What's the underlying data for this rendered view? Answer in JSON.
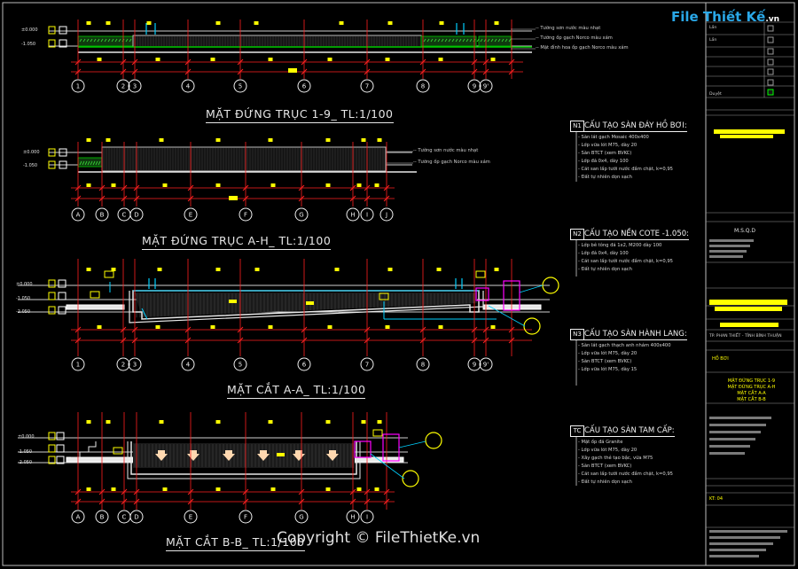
{
  "brand": {
    "name": "File Thiết Kế",
    "tld": ".vn"
  },
  "copyright": "Copyright © FileThietKe.vn",
  "views": [
    {
      "title": "MẶT ĐỨNG TRỤC 1-9_ TL:1/100",
      "leaders": [
        "-- Tường sơn nước màu nhạt",
        "-- Tường ốp gạch Norco màu xám",
        "-- Mặt đỉnh hoa ốp gạch Norco màu xám"
      ],
      "levels": [
        "±0.000",
        "-1.050"
      ],
      "axes": [
        "1",
        "2",
        "3",
        "4",
        "5",
        "6",
        "7",
        "8",
        "9",
        "9'"
      ]
    },
    {
      "title": "MẶT ĐỨNG TRỤC A-H_ TL:1/100",
      "leaders": [
        "-- Tường sơn nước màu nhạt",
        "-- Tường ốp gạch Norco màu xám"
      ],
      "levels": [
        "±0.000",
        "-1.050"
      ],
      "axes": [
        "A",
        "B",
        "C",
        "D",
        "E",
        "F",
        "G",
        "H",
        "I",
        "J"
      ]
    },
    {
      "title": "MẶT CẮT A-A_ TL:1/100",
      "levels": [
        "±0.000",
        "-1.050",
        "-2.050"
      ],
      "axes": [
        "1",
        "2",
        "3",
        "4",
        "5",
        "6",
        "7",
        "8",
        "9",
        "9'"
      ]
    },
    {
      "title": "MẶT CẮT B-B_ TL:1/100",
      "levels": [
        "±0.000",
        "-1.050",
        "-2.050"
      ],
      "axes": [
        "A",
        "B",
        "C",
        "D",
        "E",
        "F",
        "G",
        "H",
        "I"
      ]
    }
  ],
  "notes": [
    {
      "tag": "N1",
      "heading": "CẤU TẠO SÀN ĐÁY HỒ BƠI:",
      "lines": [
        "- Sàn lát gạch Mosaic 400x400",
        "- Lớp vữa lót M75, dày 20",
        "- Sàn BTCT (xem BVKC)",
        "- Lớp đá 0x4, dày 100",
        "- Cát san lấp tưới nước đầm chặt, k=0,95",
        "- Đất tự nhiên dọn sạch"
      ]
    },
    {
      "tag": "N2",
      "heading": "CẤU TẠO NỀN COTE -1.050:",
      "lines": [
        "- Lớp bê tông đá 1x2, M200 dày 100",
        "- Lớp đá 0x4, dày 100",
        "- Cát san lấp tưới nước đầm chặt, k=0,95",
        "- Đất tự nhiên dọn sạch"
      ]
    },
    {
      "tag": "N3",
      "heading": "CẤU TẠO SÀN HÀNH LANG:",
      "lines": [
        "- Sàn lát gạch thạch anh nhám 400x400",
        "- Lớp vữa lót M75, dày 20",
        "- Sàn BTCT (xem BVKC)",
        "- Lớp vữa lót M75, dày 15"
      ]
    },
    {
      "tag": "TC",
      "heading": "CẤU TẠO SÀN TAM CẤP:",
      "lines": [
        "- Mặt ốp đá Granite",
        "- Lớp vữa lót M75, dày 20",
        "- Xây gạch thẻ tạo bậc, vữa M75",
        "- Sàn BTCT (xem BVKC)",
        "- Cát san lấp tưới nước đầm chặt, k=0,95",
        "- Đất tự nhiên dọn sạch"
      ]
    }
  ],
  "title_block": {
    "project": "HỒ BƠI",
    "sheet_titles": [
      "MẶT ĐỨNG TRỤC 1-9",
      "MẶT ĐỨNG TRỤC A-H",
      "MẶT CẮT A-A",
      "MẶT CẮT B-B"
    ],
    "sheet_no": "KT: 04",
    "small": [
      "Lần",
      "Lần",
      "Duyệt",
      "M.S.Q.D",
      "TP. PHAN THIẾT - TỈNH BÌNH THUẬN"
    ]
  },
  "colors": {
    "background": "#000000",
    "grid": "#ff2020",
    "wall": "#e8e8e8",
    "water": "#00d0ff",
    "tag": "#ffff00",
    "callout": "#ff00ff",
    "dim": "#00ff00"
  }
}
